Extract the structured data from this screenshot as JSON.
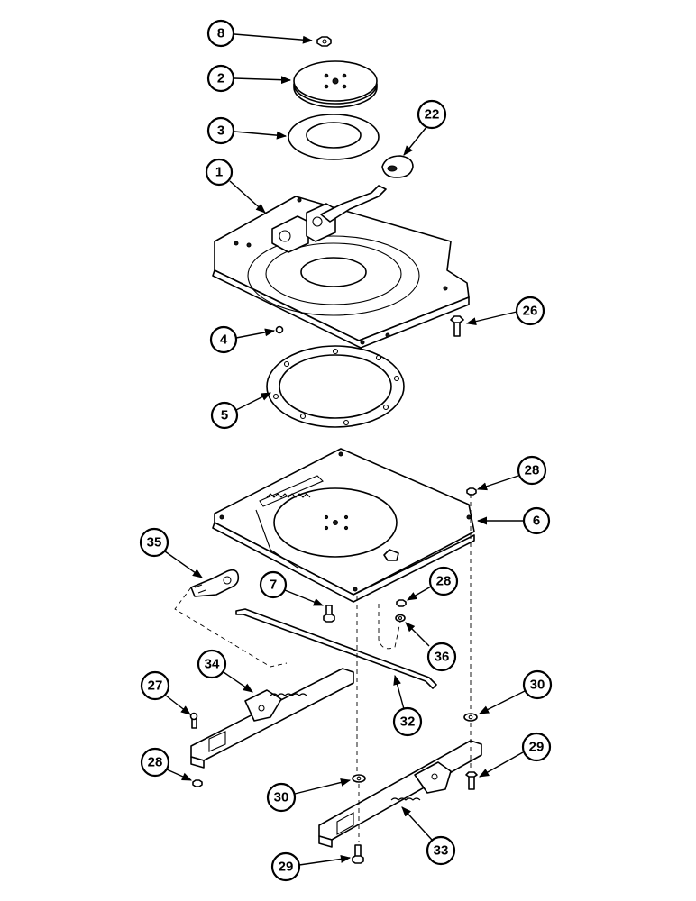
{
  "callouts": [
    {
      "id": "c8",
      "label": "8"
    },
    {
      "id": "c2",
      "label": "2"
    },
    {
      "id": "c3",
      "label": "3"
    },
    {
      "id": "c22",
      "label": "22"
    },
    {
      "id": "c1",
      "label": "1"
    },
    {
      "id": "c26",
      "label": "26"
    },
    {
      "id": "c4",
      "label": "4"
    },
    {
      "id": "c5",
      "label": "5"
    },
    {
      "id": "c28a",
      "label": "28"
    },
    {
      "id": "c6",
      "label": "6"
    },
    {
      "id": "c35",
      "label": "35"
    },
    {
      "id": "c7",
      "label": "7"
    },
    {
      "id": "c28b",
      "label": "28"
    },
    {
      "id": "c36",
      "label": "36"
    },
    {
      "id": "c34",
      "label": "34"
    },
    {
      "id": "c27",
      "label": "27"
    },
    {
      "id": "c30a",
      "label": "30"
    },
    {
      "id": "c32",
      "label": "32"
    },
    {
      "id": "c29a",
      "label": "29"
    },
    {
      "id": "c28c",
      "label": "28"
    },
    {
      "id": "c30b",
      "label": "30"
    },
    {
      "id": "c33",
      "label": "33"
    },
    {
      "id": "c29b",
      "label": "29"
    }
  ]
}
